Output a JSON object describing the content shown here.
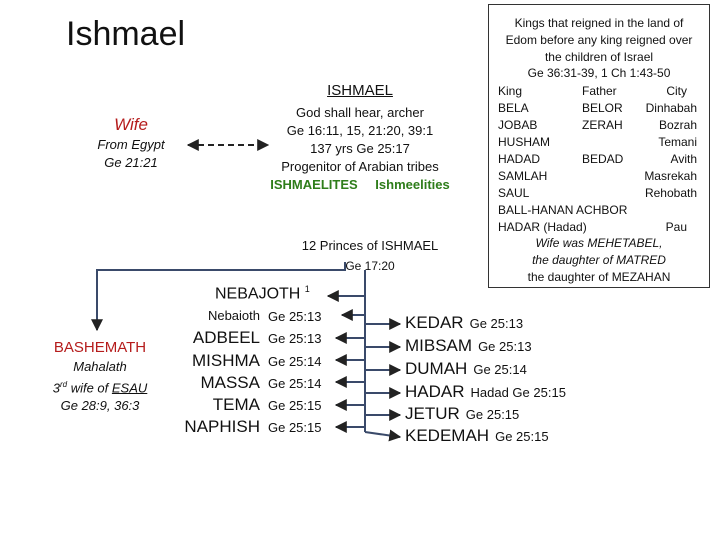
{
  "title": "Ishmael",
  "kings_box": {
    "heading_lines": [
      "Kings that reigned in the land of",
      "Edom before any king reigned over",
      "the children of Israel",
      "Ge 36:31-39, 1 Ch 1:43-50"
    ],
    "columns": [
      "King",
      "Father",
      "City"
    ],
    "rows": [
      [
        "BELA",
        "BELOR",
        "Dinhabah"
      ],
      [
        "JOBAB",
        "ZERAH",
        "Bozrah"
      ],
      [
        "HUSHAM",
        "",
        "Temani"
      ],
      [
        "HADAD",
        "BEDAD",
        "Avith"
      ],
      [
        "SAMLAH",
        "",
        "Masrekah"
      ],
      [
        "SAUL",
        "",
        "Rehobath"
      ],
      [
        "BALL-HANAN  ACHBOR",
        "",
        ""
      ],
      [
        "HADAR (Hadad)",
        "",
        "Pau"
      ]
    ],
    "footer_lines": [
      "Wife was MEHETABEL,",
      "the daughter of MATRED",
      "the daughter of MEZAHAN"
    ]
  },
  "ishmael": {
    "name": "ISHMAEL",
    "meaning": "God shall hear, archer",
    "refs": "Ge 16:11, 15, 21:20, 39:1",
    "age": "137 yrs  Ge 25:17",
    "progenitor": "Progenitor of Arabian tribes",
    "tribes": [
      "ISHMAELITES",
      "Ishmeelities"
    ]
  },
  "wife": {
    "title": "Wife",
    "from": "From Egypt",
    "ref": "Ge 21:21"
  },
  "princes": {
    "title": "12 Princes of ISHMAEL",
    "ref": "Ge 17:20"
  },
  "first_son": {
    "name": "NEBAJOTH",
    "note": "1"
  },
  "sons_left": [
    {
      "name": "Nebaioth",
      "ref": "Ge 25:13",
      "small": true
    },
    {
      "name": "ADBEEL",
      "ref": "Ge 25:13"
    },
    {
      "name": "MISHMA",
      "ref": "Ge 25:14"
    },
    {
      "name": "MASSA",
      "ref": "Ge 25:14"
    },
    {
      "name": "TEMA",
      "ref": "Ge 25:15"
    },
    {
      "name": "NAPHISH",
      "ref": "Ge 25:15"
    }
  ],
  "sons_right": [
    {
      "name": "KEDAR",
      "ref": "Ge 25:13"
    },
    {
      "name": "MIBSAM",
      "ref": "Ge 25:13"
    },
    {
      "name": "DUMAH",
      "ref": "Ge 25:14"
    },
    {
      "name": "HADAR",
      "ref": "Hadad  Ge 25:15"
    },
    {
      "name": "JETUR",
      "ref": "Ge 25:15"
    },
    {
      "name": "KEDEMAH",
      "ref": "Ge 25:15"
    }
  ],
  "bashemath": {
    "title": "BASHEMATH",
    "line1": "Mahalath",
    "ordinal": "3",
    "ordinal_suffix": "rd",
    "wife_of": "wife of",
    "husband": "ESAU",
    "refs": "Ge 28:9, 36:3"
  }
}
